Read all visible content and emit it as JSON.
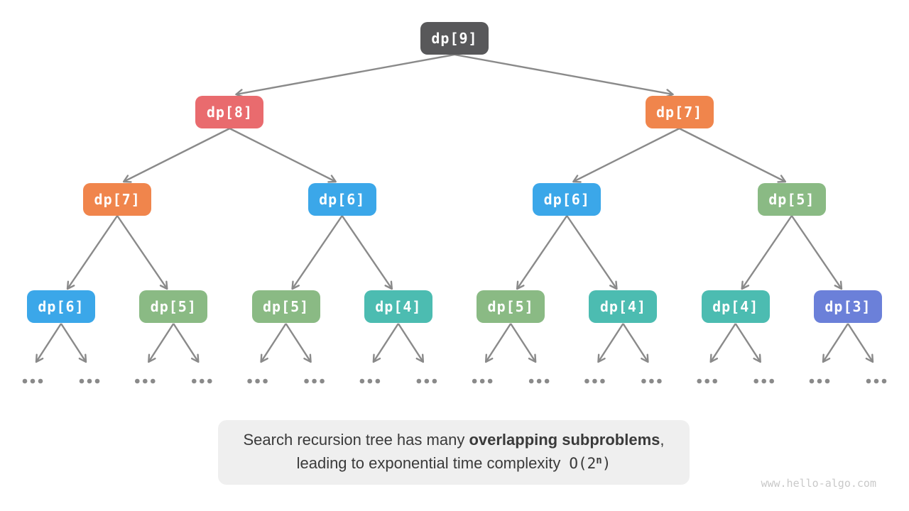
{
  "diagram": {
    "colors": {
      "dark": "#58585a",
      "red": "#e96b6e",
      "orange": "#f0854c",
      "blue": "#3ba7e9",
      "green": "#8aba84",
      "teal": "#4cbcb1",
      "purple": "#6b80d9",
      "arrow": "#8a8a8a",
      "ellipsis": "#8a8a8a"
    },
    "ellipsis_label": "...",
    "tree": {
      "label": "dp[9]",
      "color": "dark",
      "children": [
        {
          "label": "dp[8]",
          "color": "red",
          "children": [
            {
              "label": "dp[7]",
              "color": "orange",
              "children": [
                {
                  "label": "dp[6]",
                  "color": "blue"
                },
                {
                  "label": "dp[5]",
                  "color": "green"
                }
              ]
            },
            {
              "label": "dp[6]",
              "color": "blue",
              "children": [
                {
                  "label": "dp[5]",
                  "color": "green"
                },
                {
                  "label": "dp[4]",
                  "color": "teal"
                }
              ]
            }
          ]
        },
        {
          "label": "dp[7]",
          "color": "orange",
          "children": [
            {
              "label": "dp[6]",
              "color": "blue",
              "children": [
                {
                  "label": "dp[5]",
                  "color": "green"
                },
                {
                  "label": "dp[4]",
                  "color": "teal"
                }
              ]
            },
            {
              "label": "dp[5]",
              "color": "green",
              "children": [
                {
                  "label": "dp[4]",
                  "color": "teal"
                },
                {
                  "label": "dp[3]",
                  "color": "purple"
                }
              ]
            }
          ]
        }
      ]
    }
  },
  "caption": {
    "line1_normal": "Search recursion tree has many ",
    "line1_bold": "overlapping subproblems",
    "line1_tail": ",",
    "line2_normal": "leading to exponential time complexity",
    "complexity_base": "O(2",
    "complexity_sup": "n",
    "complexity_close": ")"
  },
  "watermark": "www.hello-algo.com"
}
